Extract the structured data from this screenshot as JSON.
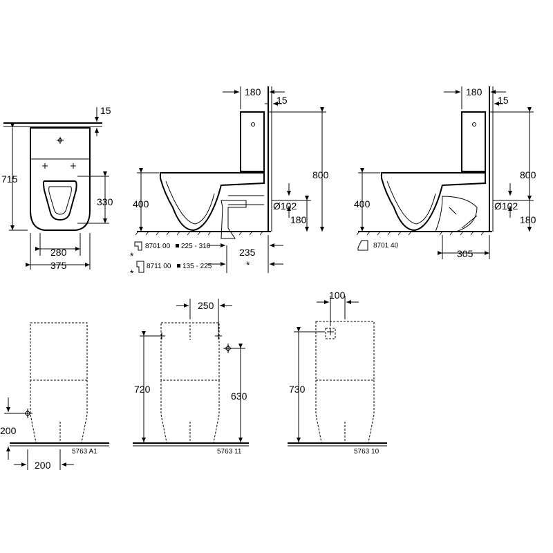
{
  "top_view": {
    "width": "375",
    "inner_width": "280",
    "depth": "715",
    "seat_height": "330",
    "wall_gap": "15"
  },
  "side_view_a": {
    "cistern_offset": "180",
    "wall_gap": "15",
    "total_height": "800",
    "bowl_height": "400",
    "outlet_diameter": "Ø102",
    "outlet_height": "180",
    "outlet_distance": "235",
    "star": "*",
    "fitting_1_code": "8701 00",
    "fitting_1_range": "225 - 310",
    "fitting_2_code": "8711 00",
    "fitting_2_range": "135 - 225"
  },
  "side_view_b": {
    "cistern_offset": "180",
    "wall_gap": "15",
    "total_height": "800",
    "bowl_height": "400",
    "outlet_diameter": "Ø102",
    "outlet_height": "180",
    "outlet_distance": "305",
    "fitting_code": "8701 40"
  },
  "rear_view_a1": {
    "inlet_height": "200",
    "inlet_offset": "200",
    "model": "5763 A1"
  },
  "rear_view_11": {
    "inlet_spacing": "250",
    "height_left": "720",
    "height_right": "630",
    "model": "5763 11"
  },
  "rear_view_10": {
    "inlet_width": "100",
    "height": "730",
    "model": "5763 10"
  }
}
